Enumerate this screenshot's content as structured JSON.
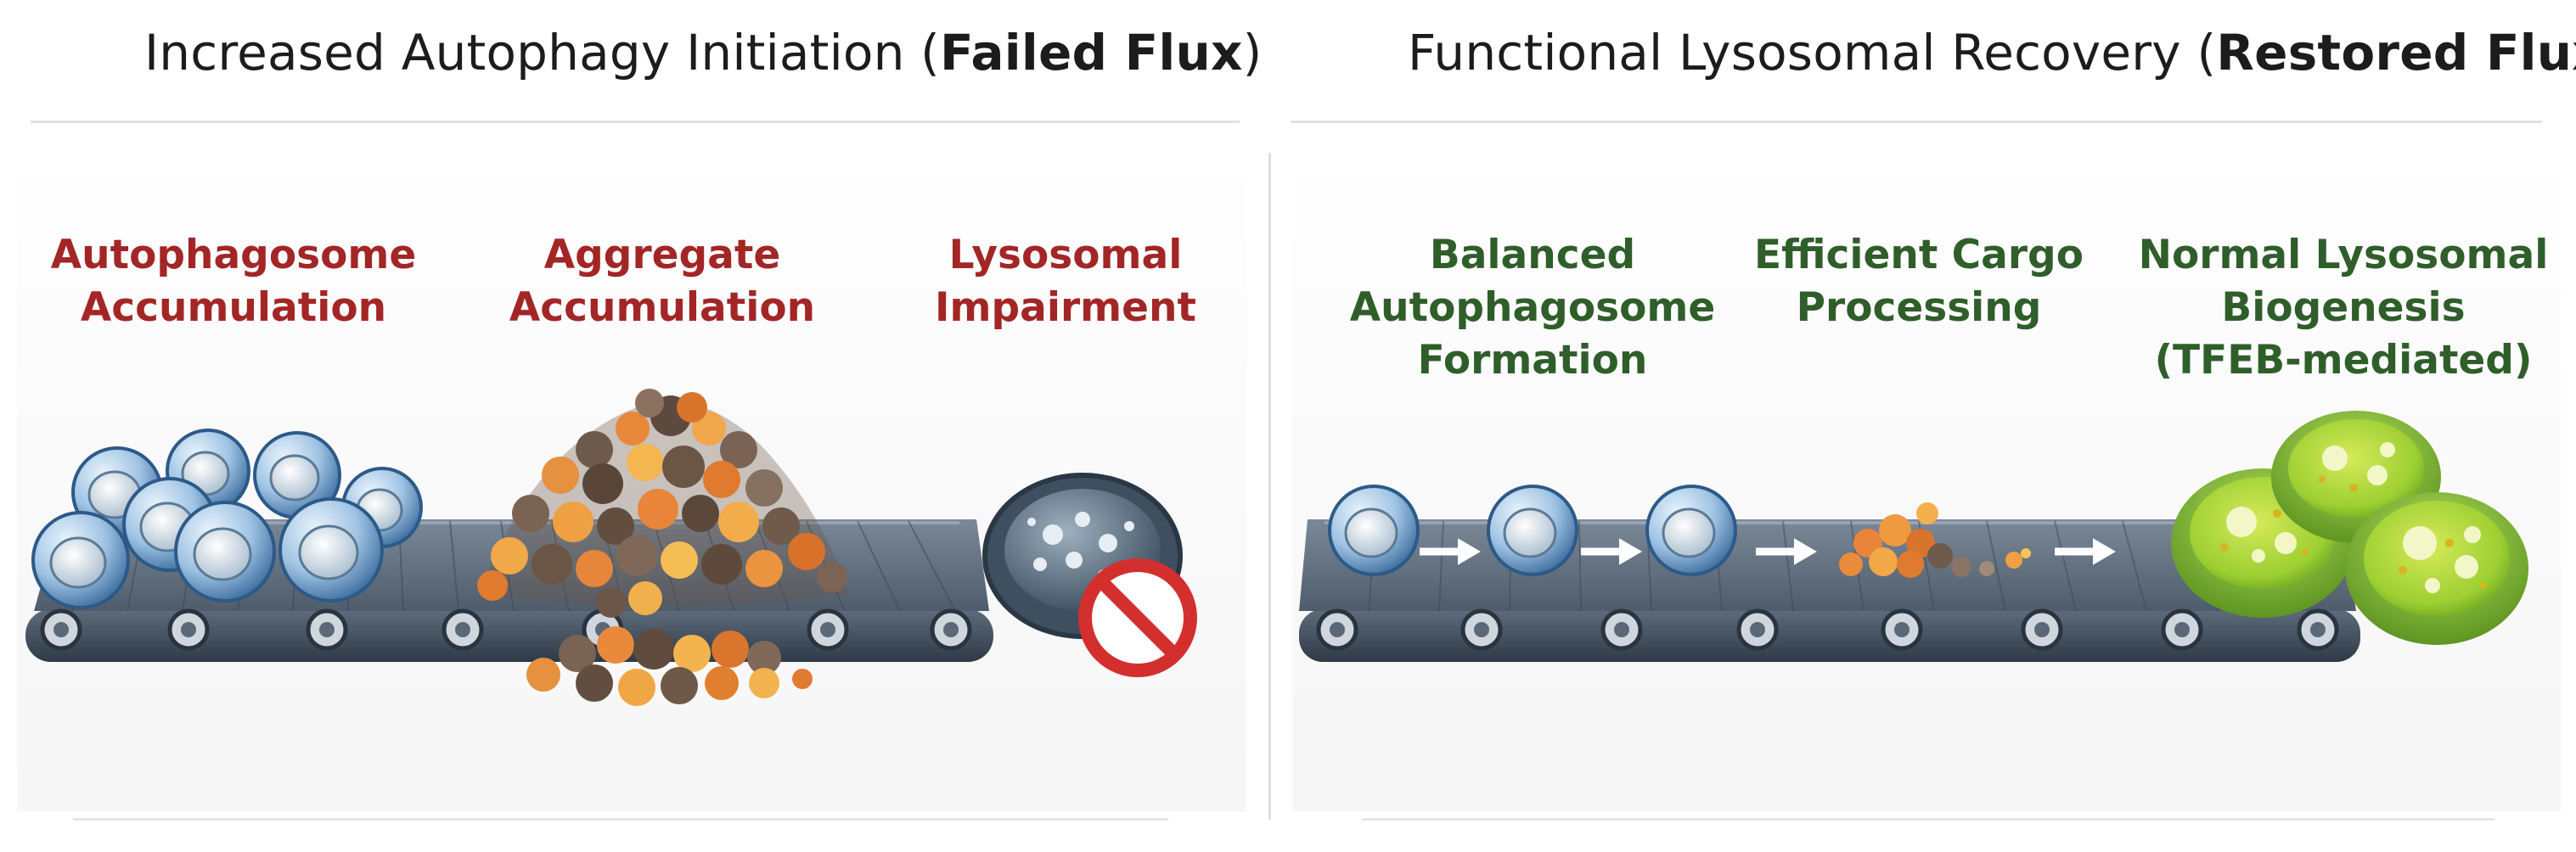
{
  "left_panel": {
    "title_prefix": "Increased Autophagy Initiation (",
    "title_bold": "Failed Flux",
    "title_suffix": ")",
    "labels": [
      {
        "line1": "Autophagosome",
        "line2": "Accumulation"
      },
      {
        "line1": "Aggregate",
        "line2": "Accumulation"
      },
      {
        "line1": "Lysosomal",
        "line2": "Impairment"
      }
    ],
    "colors": {
      "label": "#a32626",
      "belt": "#4a5a6c",
      "prohibition": "#d32f2f"
    }
  },
  "right_panel": {
    "title_prefix": "Functional Lysosomal Recovery (",
    "title_bold": "Restored Flux",
    "title_suffix": ")",
    "labels": [
      {
        "line1": "Balanced",
        "line2": "Autophagosome",
        "line3": "Formation"
      },
      {
        "line1": "Efficient Cargo",
        "line2": "Processing"
      },
      {
        "line1": "Normal Lysosomal",
        "line2": "Biogenesis",
        "line3": "(TFEB-mediated)"
      }
    ],
    "colors": {
      "label": "#2f5e2a",
      "belt": "#4a5a6c",
      "lysosome": "#8cc63f"
    }
  },
  "icons": {
    "autophagosome": "autophagosome-vesicle-icon",
    "aggregate": "protein-aggregate-icon",
    "lysosome_impaired": "impaired-lysosome-icon",
    "prohibition": "prohibition-sign-icon",
    "arrow": "right-arrow-icon",
    "lysosome_healthy": "healthy-lysosome-icon"
  }
}
